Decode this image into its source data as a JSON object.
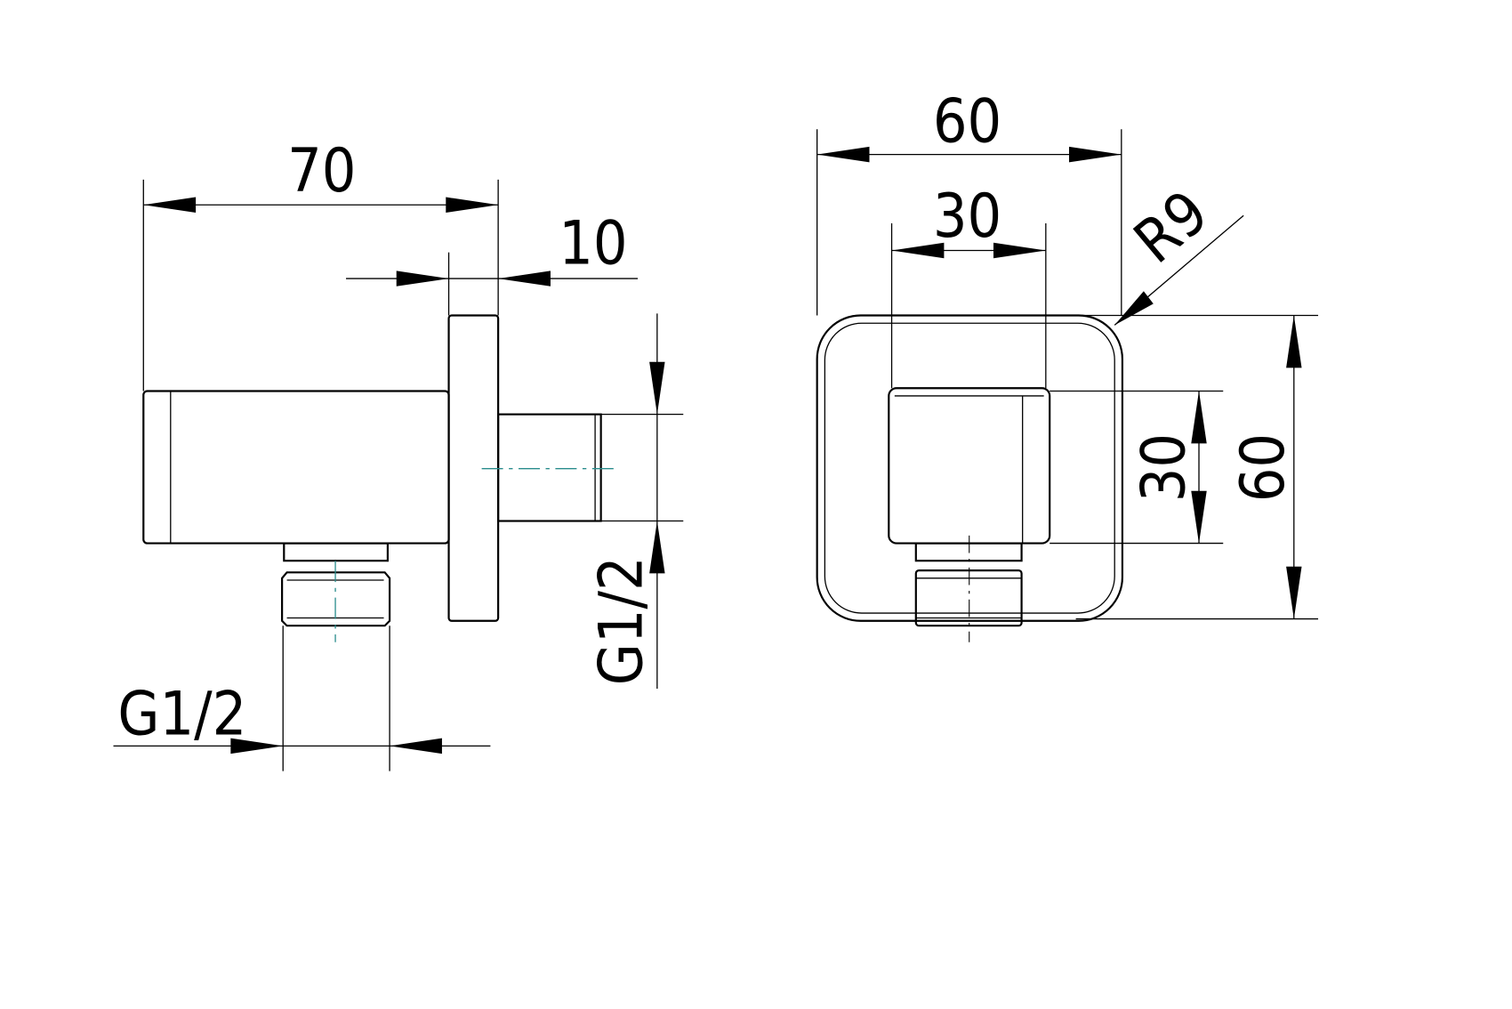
{
  "drawing": {
    "side_view": {
      "length_label": "70",
      "flange_label": "10",
      "outlet_thread_label": "G1/2",
      "inlet_thread_label": "G1/2"
    },
    "front_view": {
      "width_label": "60",
      "inner_width_label": "30",
      "radius_label": "R9",
      "height_label": "60",
      "inner_height_label": "30"
    },
    "colors": {
      "line": "#000000",
      "centerline": "#2a8c8c"
    }
  }
}
